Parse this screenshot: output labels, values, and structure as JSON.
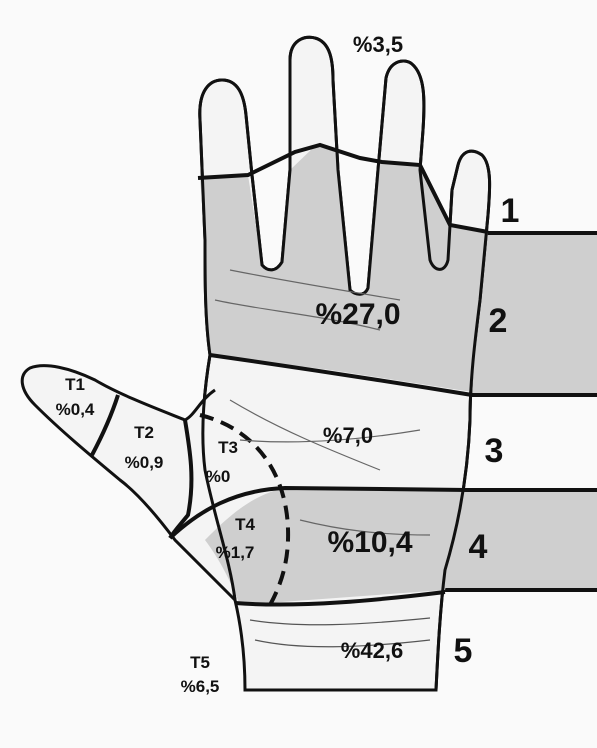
{
  "figure": {
    "finger_tips": "%3,5",
    "zones": [
      {
        "id": "1",
        "number": "1",
        "value": ""
      },
      {
        "id": "2",
        "number": "2",
        "value": "%27,0"
      },
      {
        "id": "3",
        "number": "3",
        "value": "%7,0"
      },
      {
        "id": "4",
        "number": "4",
        "value": "%10,4"
      },
      {
        "id": "5",
        "number": "5",
        "value": "%42,6"
      }
    ],
    "thumb_zones": [
      {
        "name": "T1",
        "value": "%0,4"
      },
      {
        "name": "T2",
        "value": "%0,9"
      },
      {
        "name": "T3",
        "value": "%0"
      },
      {
        "name": "T4",
        "value": "%1,7"
      },
      {
        "name": "T5",
        "value": "%6,5"
      }
    ],
    "colors": {
      "shade": "#cfcfcf",
      "line": "#111111",
      "skin": "#f4f4f4",
      "bg": "#fafafa"
    }
  }
}
